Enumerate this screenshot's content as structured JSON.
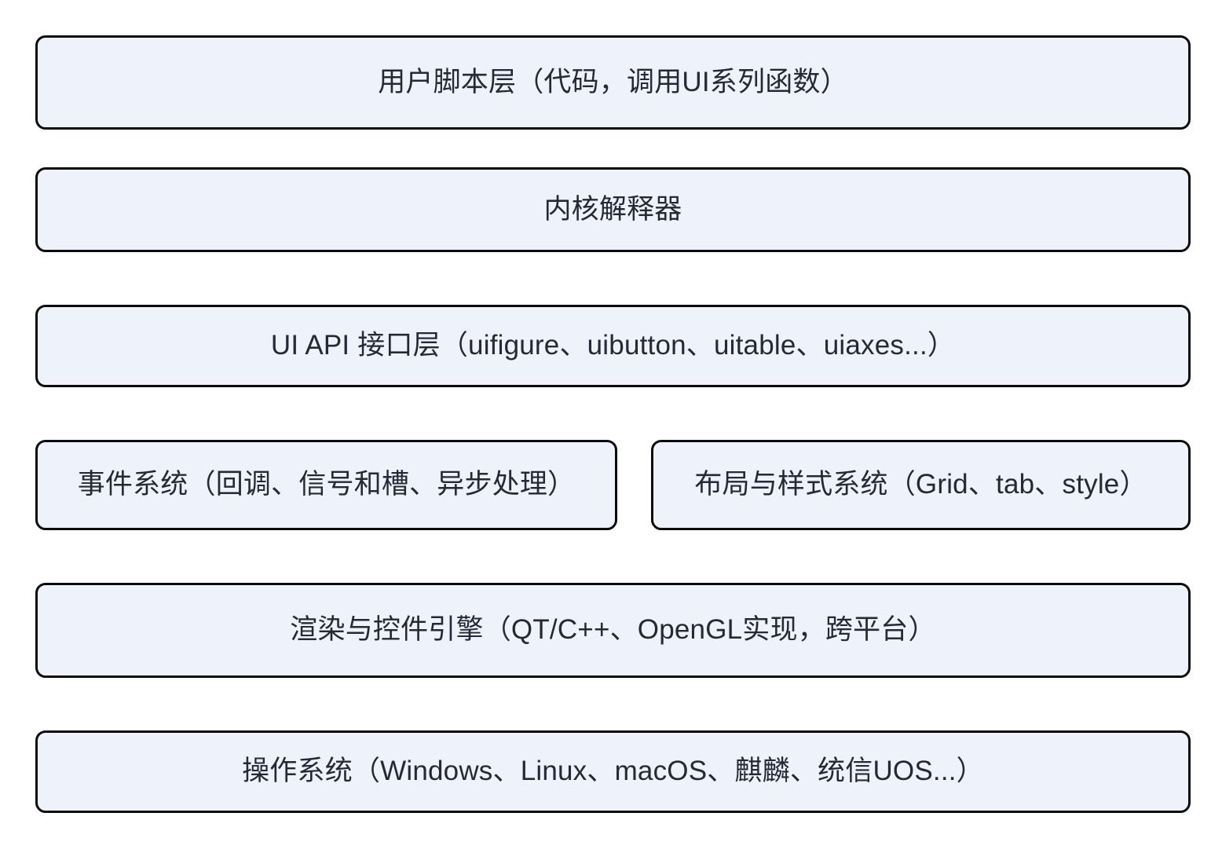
{
  "diagram": {
    "type": "layered-architecture",
    "title": "",
    "colors": {
      "box_fill": "#eef2fb",
      "box_border": "#0b0b0d",
      "text": "#242938",
      "background": "#ffffff"
    },
    "layers": [
      {
        "id": "user-script",
        "label": "用户脚本层（代码，调用UI系列函数）",
        "row": 1,
        "span": "full"
      },
      {
        "id": "kernel-interpreter",
        "label": "内核解释器",
        "row": 2,
        "span": "full"
      },
      {
        "id": "ui-api",
        "label": "UI API 接口层（uifigure、uibutton、uitable、uiaxes...）",
        "row": 3,
        "span": "full"
      },
      {
        "id": "event-system",
        "label": "事件系统（回调、信号和槽、异步处理）",
        "row": 4,
        "span": "left-half"
      },
      {
        "id": "layout-style",
        "label": "布局与样式系统（Grid、tab、style）",
        "row": 4,
        "span": "right-half"
      },
      {
        "id": "render-engine",
        "label": "渲染与控件引擎（QT/C++、OpenGL实现，跨平台）",
        "row": 5,
        "span": "full"
      },
      {
        "id": "operating-system",
        "label": "操作系统（Windows、Linux、macOS、麒麟、统信UOS...）",
        "row": 6,
        "span": "full"
      }
    ]
  }
}
